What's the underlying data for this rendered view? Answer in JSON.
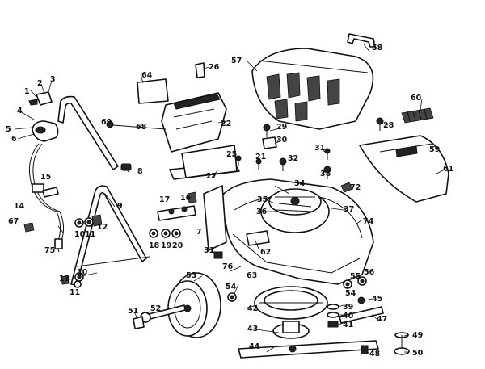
{
  "diagram": {
    "type": "exploded-parts-view",
    "labels": [
      {
        "id": "p1",
        "text": "1"
      },
      {
        "id": "p2",
        "text": "2"
      },
      {
        "id": "p3",
        "text": "3"
      },
      {
        "id": "p4",
        "text": "4"
      },
      {
        "id": "p5",
        "text": "5"
      },
      {
        "id": "p6",
        "text": "6"
      },
      {
        "id": "p7",
        "text": "7"
      },
      {
        "id": "p8",
        "text": "8"
      },
      {
        "id": "p9",
        "text": "9"
      },
      {
        "id": "p10a",
        "text": "10"
      },
      {
        "id": "p10b",
        "text": "10"
      },
      {
        "id": "p11a",
        "text": "11"
      },
      {
        "id": "p11b",
        "text": "11"
      },
      {
        "id": "p12",
        "text": "12"
      },
      {
        "id": "p13",
        "text": "13"
      },
      {
        "id": "p14",
        "text": "14"
      },
      {
        "id": "p15",
        "text": "15"
      },
      {
        "id": "p16",
        "text": "16"
      },
      {
        "id": "p17",
        "text": "17"
      },
      {
        "id": "p18",
        "text": "18"
      },
      {
        "id": "p19",
        "text": "19"
      },
      {
        "id": "p20",
        "text": "20"
      },
      {
        "id": "p21",
        "text": "21"
      },
      {
        "id": "p22",
        "text": "22"
      },
      {
        "id": "p25",
        "text": "25"
      },
      {
        "id": "p26",
        "text": "26"
      },
      {
        "id": "p27",
        "text": "27"
      },
      {
        "id": "p28",
        "text": "28"
      },
      {
        "id": "p29",
        "text": "29"
      },
      {
        "id": "p30",
        "text": "30"
      },
      {
        "id": "p31a",
        "text": "31"
      },
      {
        "id": "p31b",
        "text": "31"
      },
      {
        "id": "p32",
        "text": "32"
      },
      {
        "id": "p34",
        "text": "34"
      },
      {
        "id": "p35",
        "text": "35"
      },
      {
        "id": "p36",
        "text": "36"
      },
      {
        "id": "p37",
        "text": "37"
      },
      {
        "id": "p38",
        "text": "38"
      },
      {
        "id": "p39",
        "text": "39"
      },
      {
        "id": "p40",
        "text": "40"
      },
      {
        "id": "p41",
        "text": "41"
      },
      {
        "id": "p42",
        "text": "42"
      },
      {
        "id": "p43",
        "text": "43"
      },
      {
        "id": "p44",
        "text": "44"
      },
      {
        "id": "p45",
        "text": "45"
      },
      {
        "id": "p47",
        "text": "47"
      },
      {
        "id": "p48",
        "text": "48"
      },
      {
        "id": "p49",
        "text": "49"
      },
      {
        "id": "p50",
        "text": "50"
      },
      {
        "id": "p51",
        "text": "51"
      },
      {
        "id": "p52",
        "text": "52"
      },
      {
        "id": "p53",
        "text": "53"
      },
      {
        "id": "p54a",
        "text": "54"
      },
      {
        "id": "p54b",
        "text": "54"
      },
      {
        "id": "p55",
        "text": "55"
      },
      {
        "id": "p56",
        "text": "56"
      },
      {
        "id": "p57",
        "text": "57"
      },
      {
        "id": "p58",
        "text": "58"
      },
      {
        "id": "p59",
        "text": "59"
      },
      {
        "id": "p60",
        "text": "60"
      },
      {
        "id": "p61",
        "text": "61"
      },
      {
        "id": "p62",
        "text": "62"
      },
      {
        "id": "p63",
        "text": "63"
      },
      {
        "id": "p64",
        "text": "64"
      },
      {
        "id": "p67",
        "text": "67"
      },
      {
        "id": "p68",
        "text": "68"
      },
      {
        "id": "p69",
        "text": "69"
      },
      {
        "id": "p72",
        "text": "72"
      },
      {
        "id": "p74",
        "text": "74"
      },
      {
        "id": "p75",
        "text": "75"
      },
      {
        "id": "p76",
        "text": "76"
      }
    ]
  }
}
